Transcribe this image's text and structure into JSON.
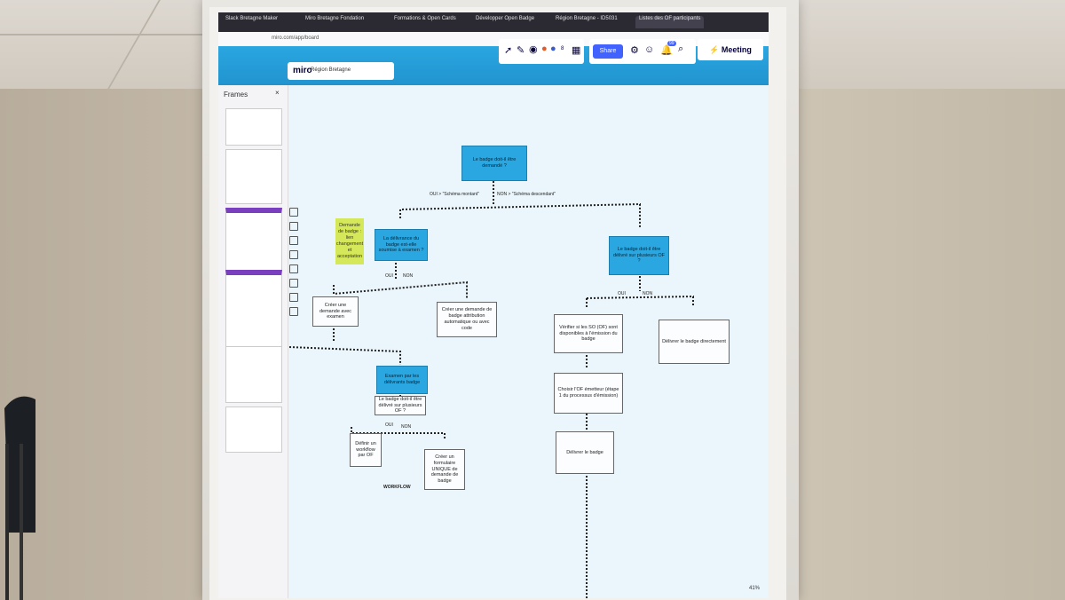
{
  "browser": {
    "tabs": [
      {
        "label": "Slack Bretagne Maker"
      },
      {
        "label": "Miro Bretagne Fondation"
      },
      {
        "label": "Formations & Open Cards"
      },
      {
        "label": "Développer Open Badge"
      },
      {
        "label": "Région Bretagne - ID5031"
      },
      {
        "label": "Listes des OF participants",
        "active": true
      }
    ],
    "url": "miro.com/app/board"
  },
  "miro": {
    "logo": "miro",
    "board_name": "Région Bretagne",
    "share_label": "Share",
    "meeting_label": "Meeting",
    "collaborator_count": "8",
    "notif_badge": "99",
    "zoom": "41%"
  },
  "frames_panel": {
    "title": "Frames"
  },
  "flowchart": {
    "root": "Le badge doit-il être demandé ?",
    "root_branch_oui": "OUI > \"Schéma montant\"",
    "root_branch_non": "NON > \"Schéma descendant\"",
    "sticky": "Demande de badge : lien changement et acceptation",
    "left_decision": "La délivrance du badge est-elle soumise à examen ?",
    "left_oui": "OUI",
    "left_non": "NON",
    "left_oui_box": "Créer une demande avec examen",
    "left_non_box": "Créer une demande de badge attribution automatique ou avec code",
    "exam_box": "Examen par les délivrants badge",
    "exam_question": "Le badge doit-il être délivré sur plusieurs OF ?",
    "exam_oui": "OUI",
    "exam_non": "NON",
    "exam_oui_box": "Définir un workflow par OF",
    "exam_non_box": "Créer un formulaire UNIQUE de demande de badge",
    "workflow_label": "WORKFLOW",
    "right_decision": "Le badge doit-il être délivré sur plusieurs OF ?",
    "right_oui": "OUI",
    "right_non": "NON",
    "right_oui_box": "Vérifier si les SO (OF) sont disponibles à l'émission du badge",
    "right_non_box": "Délivrer le badge directement",
    "choose_box": "Choisir l'OF émetteur (étape 1 du processus d'émission)",
    "deliver_box": "Délivrer le badge"
  },
  "colors": {
    "miro_blue": "#2aa6e0",
    "node_blue": "#2aa6e0",
    "sticky_yellow": "#d5e85a",
    "share_blue": "#4262ff"
  }
}
